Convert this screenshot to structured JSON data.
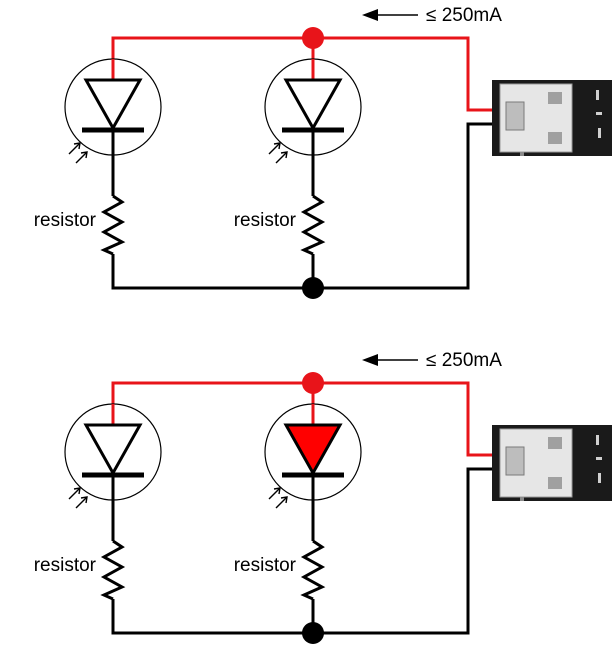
{
  "colors": {
    "wire_positive": "#e8141a",
    "wire_ground": "#000000",
    "lit_led_fill": "#ff0000",
    "board_dark": "#1a1a1a",
    "connector_light": "#e6e6e6"
  },
  "diagrams": [
    {
      "current_label": "≤ 250mA",
      "resistor_labels": [
        "resistor",
        "resistor"
      ],
      "leds_lit": [
        false,
        false
      ],
      "arrow_icon": "left-arrow-icon",
      "board_icon": "usb-connector-board-icon"
    },
    {
      "current_label": "≤ 250mA",
      "resistor_labels": [
        "resistor",
        "resistor"
      ],
      "leds_lit": [
        false,
        true
      ],
      "arrow_icon": "left-arrow-icon",
      "board_icon": "usb-connector-board-icon"
    }
  ]
}
